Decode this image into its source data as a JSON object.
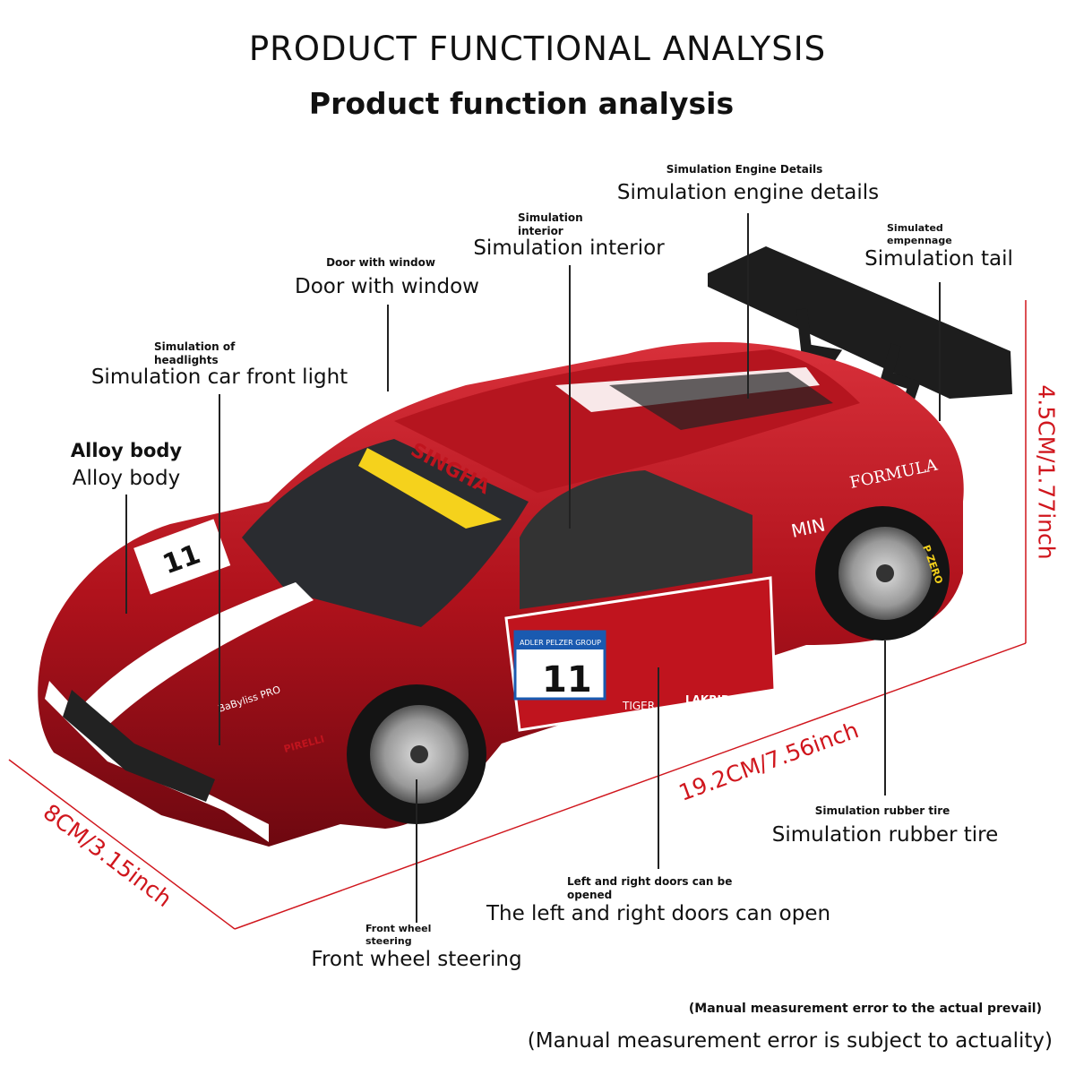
{
  "header": {
    "title": "PRODUCT FUNCTIONAL ANALYSIS",
    "subtitle": "Product function analysis"
  },
  "features": {
    "engine": {
      "small": "Simulation Engine Details",
      "big": "Simulation engine details"
    },
    "interior": {
      "small": "Simulation\ninterior",
      "big": "Simulation interior"
    },
    "tail": {
      "small": "Simulated\nempennage",
      "big": "Simulation tail"
    },
    "door": {
      "small": "Door with window",
      "big": "Door with window"
    },
    "headlight": {
      "small": "Simulation of\nheadlights",
      "big": "Simulation car front light"
    },
    "body": {
      "small": "Alloy body",
      "big": "Alloy body"
    },
    "tire": {
      "small": "Simulation rubber tire",
      "big": "Simulation rubber tire"
    },
    "doors_open": {
      "small": "Left and right doors can be\nopened",
      "big": "The left and right doors can open"
    },
    "steering": {
      "small": "Front wheel\nsteering",
      "big": "Front wheel steering"
    }
  },
  "dimensions": {
    "height": "4.5CM/1.77inch",
    "length": "19.2CM/7.56inch",
    "width": "8CM/3.15inch",
    "color": "#d0161d"
  },
  "note": {
    "small": "(Manual measurement error to the actual prevail)",
    "big": "(Manual measurement error is subject to actuality)"
  },
  "car_decals": {
    "sponsor": "SINGHA",
    "number": "11",
    "formula": "FORMULA",
    "min": "MIN",
    "tiger": "TIGER",
    "lakrids": "LAKRIDS",
    "pirelli": "PIRELLI",
    "babyliss": "BaByliss PRO",
    "adler": "ADLER PELZER GROUP",
    "pzero": "P ZERO"
  }
}
